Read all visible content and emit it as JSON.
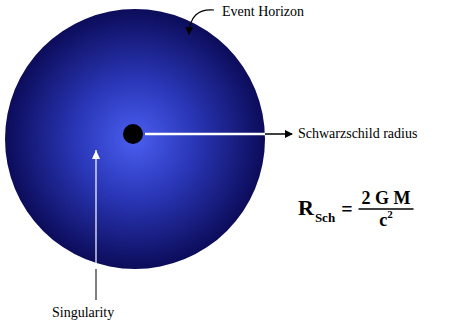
{
  "diagram": {
    "labels": [
      "Event Horizon",
      "Schwarzschild radius",
      "Singularity",
      "R",
      "Sch",
      "=",
      "2 G M",
      "c",
      "2"
    ]
  }
}
